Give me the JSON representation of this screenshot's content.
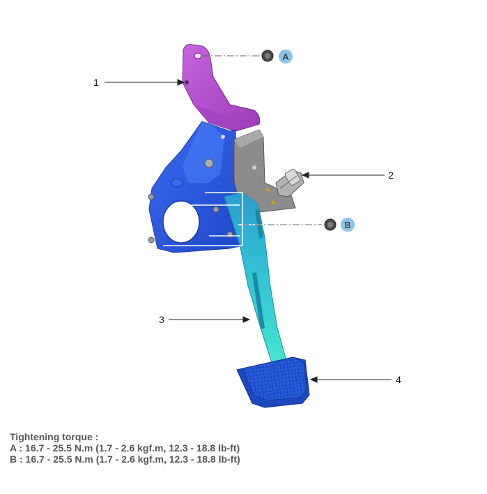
{
  "callouts": {
    "n1": "1",
    "n2": "2",
    "n3": "3",
    "n4": "4",
    "a": "A",
    "b": "B"
  },
  "torque": {
    "title": "Tightening torque :",
    "line_a": "A : 16.7 - 25.5 N.m (1.7 - 2.6 kgf.m, 12.3 - 18.8 lb-ft)",
    "line_b": "B : 16.7 - 25.5 N.m (1.7 - 2.6 kgf.m, 12.3 - 18.8 lb-ft)"
  },
  "colors": {
    "bracket_upper": "#b94fd0",
    "bracket_main": "#2f5fe6",
    "switch_bracket": "#8a8a8a",
    "pedal_arm_top": "#2ab3c8",
    "pedal_arm_bottom": "#41e3d6",
    "pedal_pad": "#2e6fe8",
    "badge": "#8ec3e8"
  }
}
